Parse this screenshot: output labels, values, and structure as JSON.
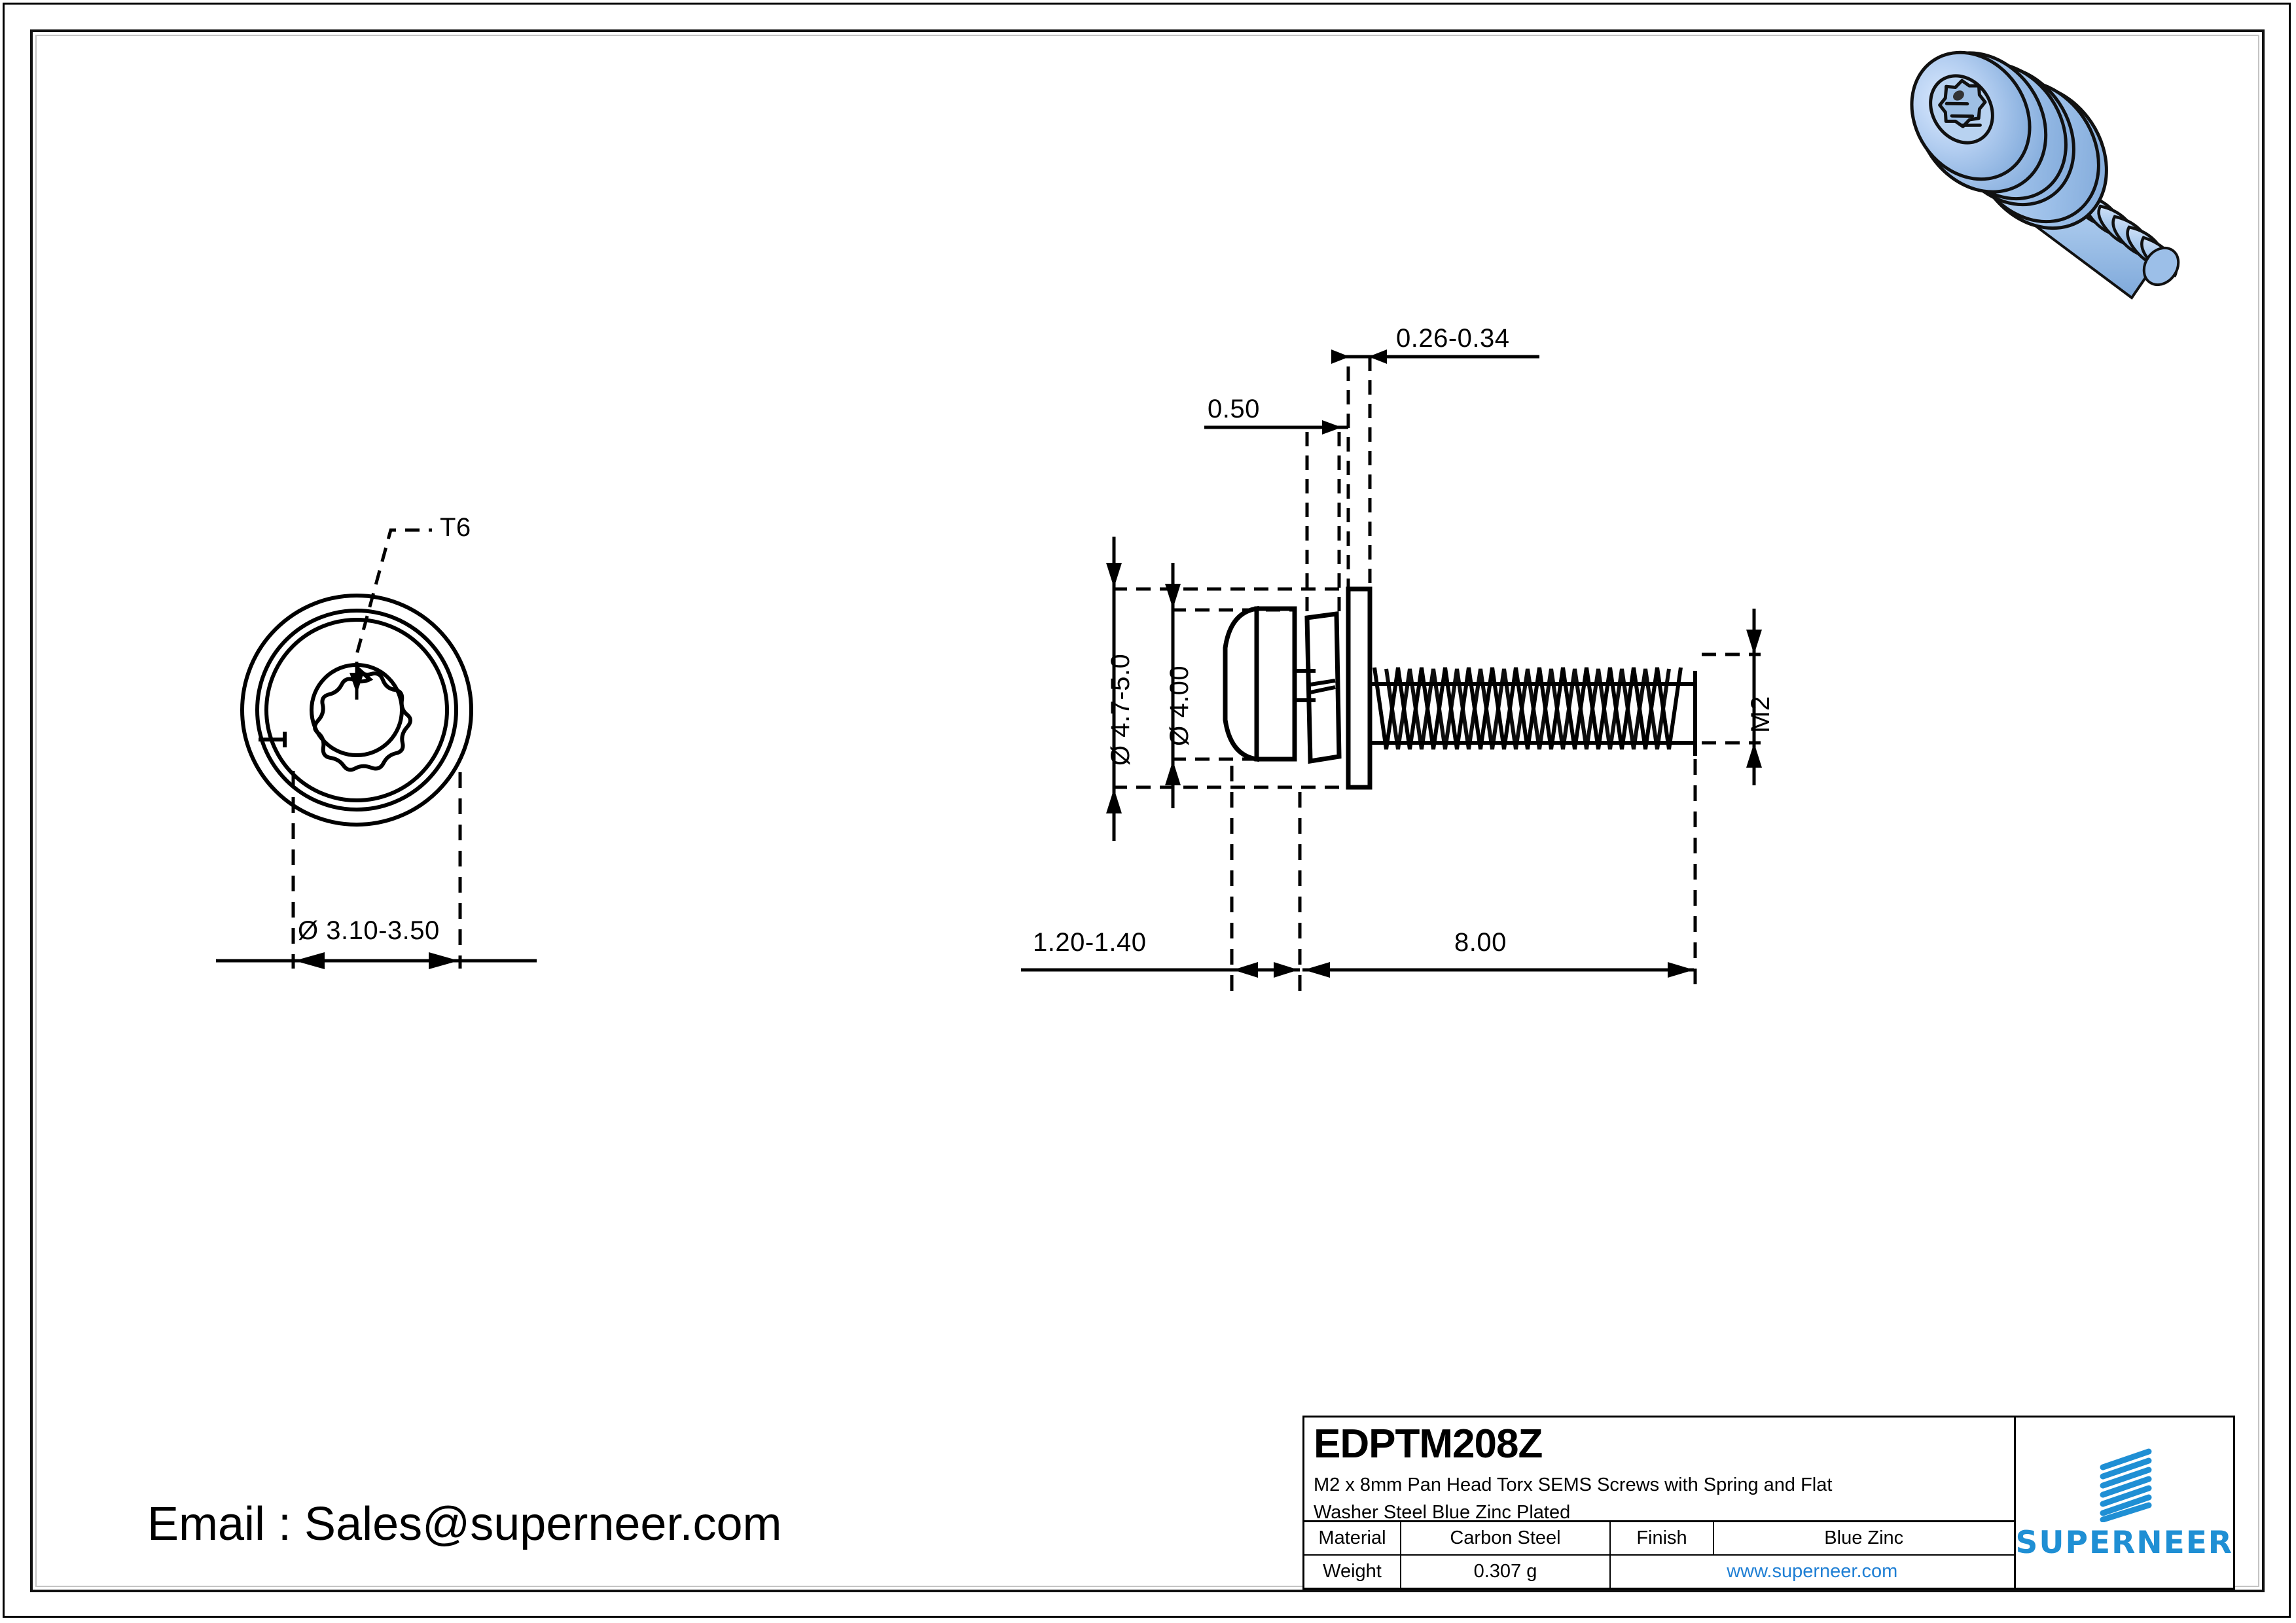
{
  "sheet": {
    "email_line": "Email : Sales@superneer.com"
  },
  "views": {
    "front_view": {
      "name": "torx-head-end-view",
      "drive_callout": "T6",
      "outer_diameter_dim": "Ø 3.10-3.50"
    },
    "side_view": {
      "name": "screw-side-view",
      "dims": {
        "washer_thk": "0.26-0.34",
        "spring_washer_thk": "0.50",
        "flat_washer_od": "Ø 4.7-5.0",
        "head_diameter": "Ø 4.00",
        "thread_callout": "M2",
        "head_height": "1.20-1.40",
        "thread_length": "8.00"
      }
    },
    "iso_render": {
      "name": "screw-3d-render",
      "body_color": "#a8c8ec",
      "highlight_color": "#cfe0f7",
      "outline_color": "#111111"
    }
  },
  "title_block": {
    "part_number": "EDPTM208Z",
    "description": "M2 x 8mm Pan Head Torx SEMS Screws with Spring and Flat Washer Steel Blue Zinc Plated",
    "description_line1": "M2 x 8mm Pan Head Torx SEMS Screws with Spring and Flat",
    "description_line2": "Washer Steel Blue Zinc Plated",
    "rows": [
      {
        "label": "Material",
        "value": "Carbon Steel",
        "label2": "Finish",
        "value2": "Blue Zinc"
      },
      {
        "label": "Weight",
        "value": "0.307 g",
        "link": "www.superneer.com"
      }
    ],
    "material_label": "Material",
    "material_value": "Carbon Steel",
    "finish_label": "Finish",
    "finish_value": "Blue Zinc",
    "weight_label": "Weight",
    "weight_value": "0.307 g",
    "website": "www.superneer.com",
    "brand": "SUPERNEER",
    "brand_color": "#1f8fd4"
  }
}
